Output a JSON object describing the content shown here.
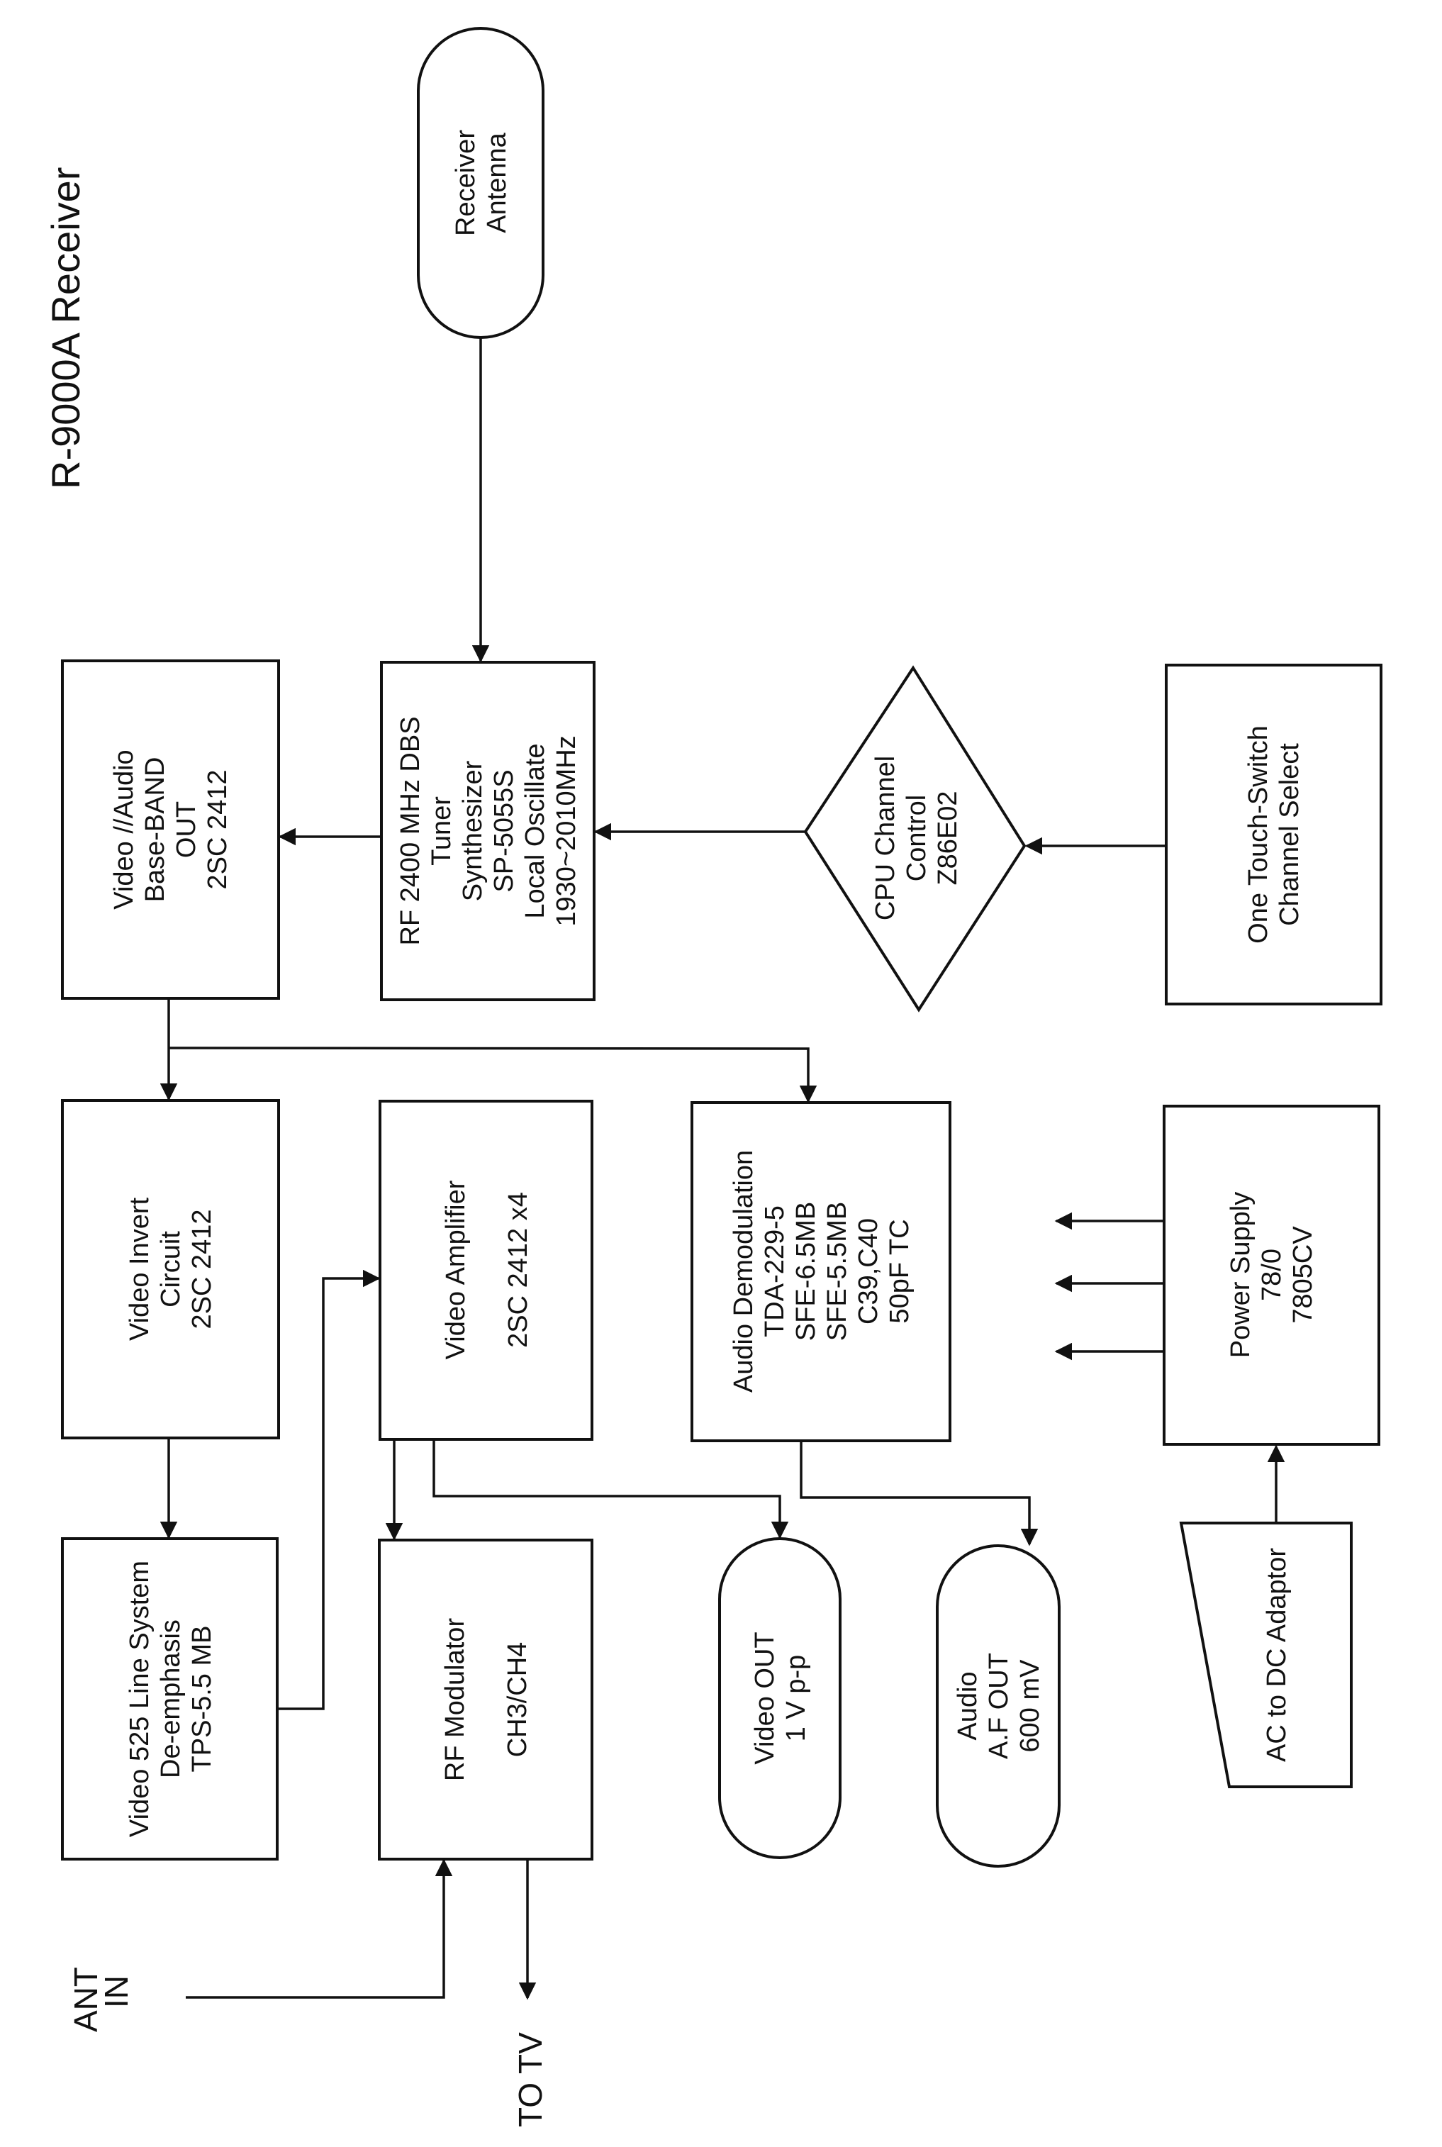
{
  "diagram": {
    "title": "R-9000A Receiver",
    "orientation": "rotated 90° counter-clockwise",
    "colors": {
      "ink": "#111111",
      "paper": "#ffffff"
    },
    "nodes": {
      "antenna": {
        "shape": "terminator",
        "lines": [
          "Receiver",
          "Antenna"
        ]
      },
      "baseband": {
        "shape": "box",
        "lines": [
          "Video //Audio",
          "Base-BAND",
          "OUT",
          "2SC 2412"
        ]
      },
      "tuner": {
        "shape": "box",
        "lines": [
          "RF 2400 MHz DBS",
          "Tuner",
          "Synthesizer",
          "SP-5055S",
          "Local Oscillate",
          "1930~2010MHz"
        ]
      },
      "cpu": {
        "shape": "diamond",
        "lines": [
          "CPU Channel",
          "Control",
          "Z86E02"
        ]
      },
      "switch": {
        "shape": "box",
        "lines": [
          "One Touch-Switch",
          "Channel Select"
        ]
      },
      "invert": {
        "shape": "box",
        "lines": [
          "Video Invert",
          "Circuit",
          "2SC 2412"
        ]
      },
      "amplifier": {
        "shape": "box",
        "lines": [
          "Video Amplifier",
          "",
          "2SC 2412 x4"
        ]
      },
      "audio_demod": {
        "shape": "box",
        "lines": [
          "Audio Demodulation",
          "TDA-229-5",
          "SFE-6.5MB",
          "SFE-5.5MB",
          "C39,C40",
          "50pF TC"
        ]
      },
      "power": {
        "shape": "box",
        "lines": [
          "Power Supply",
          "78/0",
          "7805CV"
        ]
      },
      "deemphasis": {
        "shape": "box",
        "lines": [
          "Video 525 Line System",
          "De-emphasis",
          "TPS-5.5 MB"
        ]
      },
      "modulator": {
        "shape": "box",
        "lines": [
          "RF Modulator",
          "",
          "CH3/CH4"
        ]
      },
      "video_out": {
        "shape": "terminator",
        "lines": [
          "Video OUT",
          "1 V p-p"
        ]
      },
      "audio_out": {
        "shape": "terminator",
        "lines": [
          "Audio",
          "A.F OUT",
          "600 mV"
        ]
      },
      "adaptor": {
        "shape": "trapezoid",
        "lines": [
          "AC to DC Adaptor"
        ]
      }
    },
    "terminals": {
      "ant_in": [
        "ANT",
        "IN"
      ],
      "to_tv": "TO TV"
    },
    "edges": [
      {
        "from": "antenna",
        "to": "tuner"
      },
      {
        "from": "switch",
        "to": "cpu"
      },
      {
        "from": "cpu",
        "to": "tuner"
      },
      {
        "from": "tuner",
        "to": "baseband"
      },
      {
        "from": "baseband",
        "to": "invert"
      },
      {
        "from": "baseband",
        "to": "audio_demod"
      },
      {
        "from": "invert",
        "to": "deemphasis"
      },
      {
        "from": "deemphasis",
        "to": "amplifier"
      },
      {
        "from": "amplifier",
        "to": "modulator"
      },
      {
        "from": "amplifier",
        "to": "video_out"
      },
      {
        "from": "audio_demod",
        "to": "audio_out"
      },
      {
        "from": "adaptor",
        "to": "power"
      },
      {
        "from": "power",
        "to": "supply-rail-1"
      },
      {
        "from": "power",
        "to": "supply-rail-2"
      },
      {
        "from": "power",
        "to": "supply-rail-3"
      },
      {
        "from": "ant_in",
        "to": "modulator"
      },
      {
        "from": "modulator",
        "to": "to_tv"
      }
    ]
  }
}
